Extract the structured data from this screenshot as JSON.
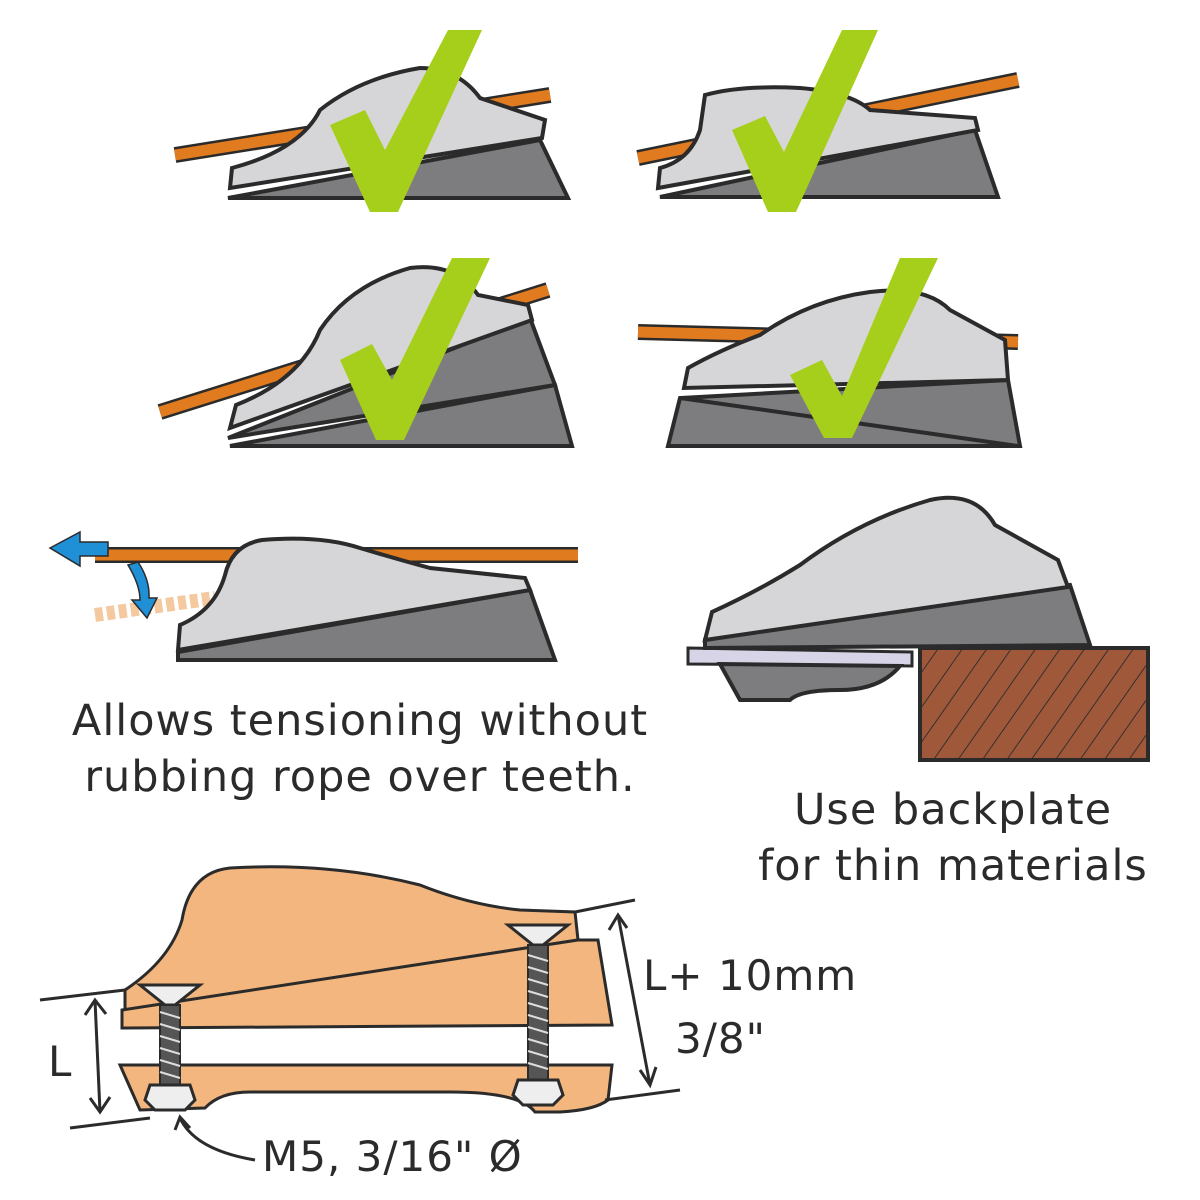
{
  "captions": {
    "tensioning_line1": "Allows tensioning without",
    "tensioning_line2": "rubbing rope over teeth.",
    "backplate_line1": "Use backplate",
    "backplate_line2": "for thin materials"
  },
  "dimensions": {
    "L": "L",
    "L_plus_line1": "L+ 10mm",
    "L_plus_line2": "3/8\"",
    "screw_spec": "M5, 3/16\" Ø"
  },
  "colors": {
    "rope": "#e07b1f",
    "cleat_top": "#d6d6d8",
    "cleat_base": "#7d7d80",
    "check": "#a6cf1c",
    "arrow": "#1f8fd6",
    "wood": "#a0583a",
    "backplate": "#d8d4e8",
    "section": "#f2b67e",
    "outline": "#2b2b2b"
  }
}
